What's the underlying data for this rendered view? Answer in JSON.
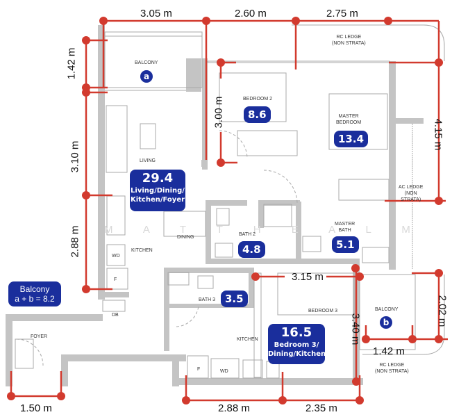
{
  "floor_plan": {
    "watermark": "M A T T H E A L M",
    "dimensions": {
      "top_left_width": "3.05 m",
      "top_mid_width": "2.60 m",
      "top_right_width": "2.75 m",
      "balcony_a_depth": "1.42 m",
      "living_depth": "3.10 m",
      "kitchen_depth": "2.88 m",
      "bedroom2_depth": "3.00 m",
      "master_depth": "4.15 m",
      "bedroom3_width": "3.15 m",
      "bedroom3_depth": "3.40 m",
      "balcony_b_depth": "2.02 m",
      "balcony_b_width": "1.42 m",
      "foyer_door_width": "1.50 m",
      "bottom_kitchen_width": "2.88 m",
      "bottom_right_width": "2.35 m"
    },
    "rooms": {
      "balcony_a": {
        "label": "BALCONY",
        "marker": "a"
      },
      "bedroom2": {
        "label": "BEDROOM 2",
        "area": "8.6"
      },
      "master_bedroom": {
        "label": "MASTER\nBEDROOM",
        "area": "13.4"
      },
      "rc_ledge_top": {
        "label": "RC LEDGE\n(NON STRATA)"
      },
      "ac_ledge": {
        "label": "AC LEDGE\n(NON\nSTRATA)"
      },
      "living": {
        "label": "LIVING"
      },
      "living_combo": {
        "area": "29.4",
        "label": "Living/Dining/\nKitchen/Foyer"
      },
      "dining": {
        "label": "DINING"
      },
      "kitchen_left": {
        "label": "KITCHEN"
      },
      "bath2": {
        "label": "BATH 2",
        "area": "4.8"
      },
      "master_bath": {
        "label": "MASTER\nBATH",
        "area": "5.1"
      },
      "bath3": {
        "label": "BATH 3",
        "area": "3.5"
      },
      "bedroom3": {
        "label": "BEDROOM 3"
      },
      "kitchen_bottom": {
        "label": "KITCHEN"
      },
      "bedroom3_combo": {
        "area": "16.5",
        "label": "Bedroom 3/\nDining/Kitchen"
      },
      "balcony_b": {
        "label": "BALCONY",
        "marker": "b"
      },
      "rc_ledge_bottom": {
        "label": "RC LEDGE\n(NON STRATA)"
      },
      "foyer": {
        "label": "FOYER"
      }
    },
    "appliances": {
      "wd_left": "WD",
      "f_left": "F",
      "db": "DB",
      "f_bottom": "F",
      "wd_bottom": "WD"
    },
    "balcony_total": {
      "line1": "Balcony",
      "line2": "a + b = 8.2"
    },
    "colors": {
      "dimension_red": "#d23a2e",
      "badge_blue": "#1a2e9c",
      "wall_gray": "#bdbdbd",
      "line_gray": "#9a9a9a"
    }
  }
}
